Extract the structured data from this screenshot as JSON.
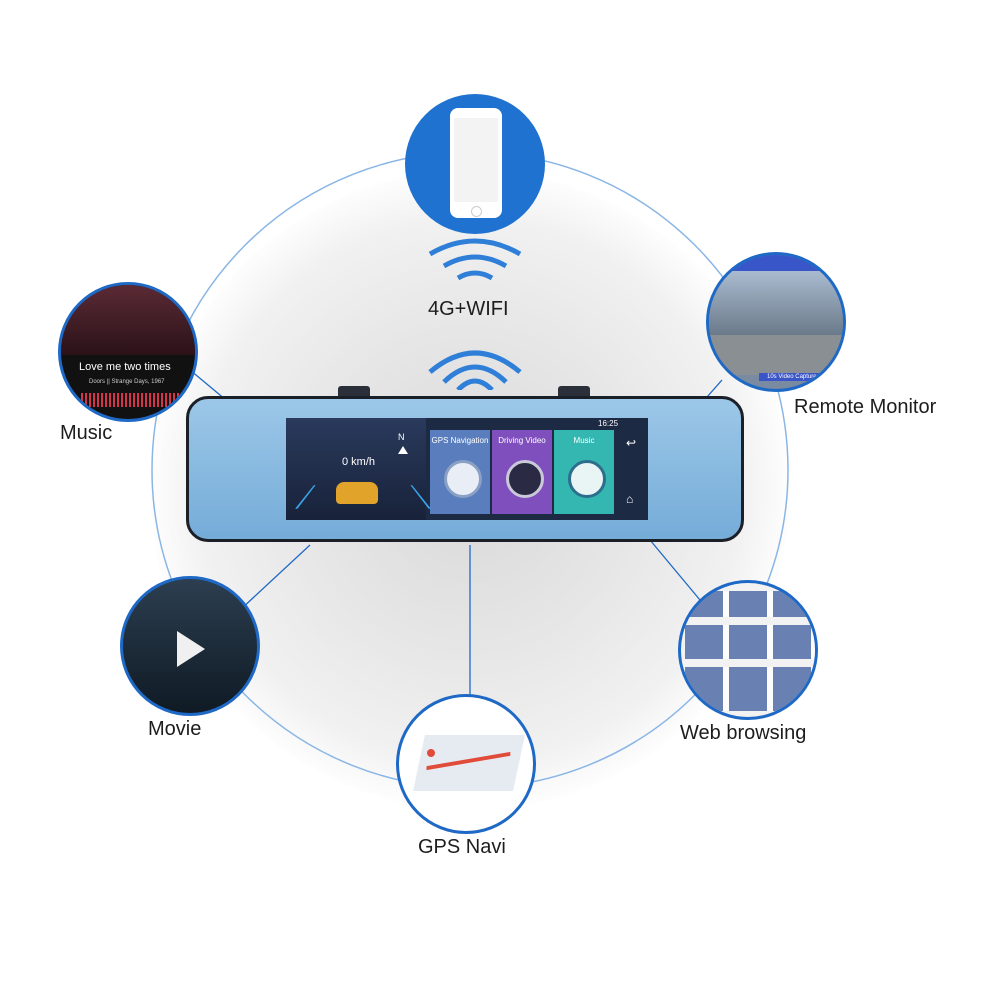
{
  "center": {
    "wireless_label": "4G+WIFI"
  },
  "features": {
    "music": {
      "label": "Music",
      "song_title": "Love me two times",
      "song_sub": "Doors || Strange Days, 1967"
    },
    "remote_monitor": {
      "label": "Remote Monitor",
      "capture_label": "10s Video Capture"
    },
    "movie": {
      "label": "Movie"
    },
    "web_browsing": {
      "label": "Web browsing"
    },
    "gps_navi": {
      "label": "GPS Navi"
    }
  },
  "device": {
    "status_time": "16:25",
    "speed": "0 km/h",
    "compass": "N",
    "tiles": [
      {
        "label": "GPS Navigation"
      },
      {
        "label": "Driving Video"
      },
      {
        "label": "Music"
      }
    ]
  },
  "colors": {
    "accent_blue": "#1f69c6",
    "mirror_blue": "#8dbde4",
    "tile_gps": "#5a7dbd",
    "tile_video": "#7f4fbd",
    "tile_music": "#34b7b1"
  }
}
